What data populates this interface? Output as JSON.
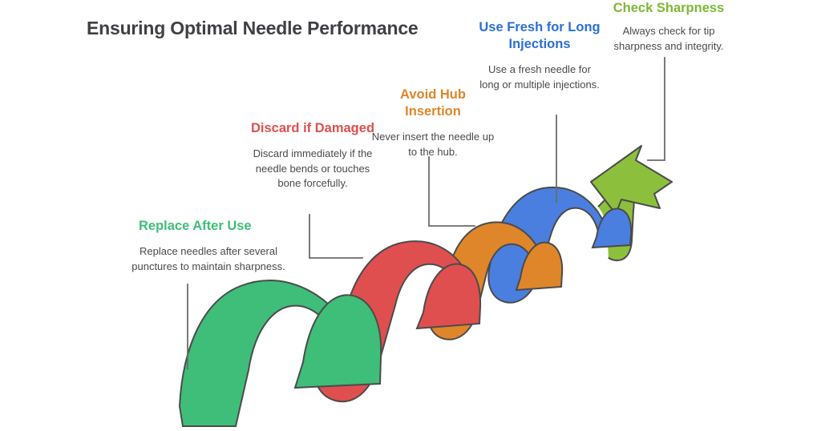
{
  "header": {
    "title": "Ensuring Optimal Needle Performance"
  },
  "diagram": {
    "type": "stepped-wave-ribbon-arrow",
    "direction": "upward-right",
    "background_color": "#ffffff",
    "stroke_color": "#4b4b4b",
    "connector_color": "#6b6b6b",
    "body_text_color": "#4a4a4f",
    "title_color": "#3f3f46"
  },
  "steps": [
    {
      "index": 1,
      "heading": "Replace After Use",
      "body": "Replace needles after several punctures to maintain sharpness.",
      "color": "#3EBE78",
      "color_name": "green",
      "connector": "vertical-line"
    },
    {
      "index": 2,
      "heading": "Discard if Damaged",
      "body": "Discard immediately if the needle bends or touches bone forcefully.",
      "color": "#E04F4F",
      "color_name": "red",
      "connector": "elbow-down-right"
    },
    {
      "index": 3,
      "heading": "Avoid Hub Insertion",
      "body": "Never insert the needle up to the hub.",
      "color": "#DE8629",
      "color_name": "orange",
      "connector": "elbow-down-right"
    },
    {
      "index": 4,
      "heading": "Use Fresh for Long Injections",
      "body": "Use a fresh needle for long or multiple injections.",
      "color": "#4A7FE0",
      "color_name": "blue",
      "connector": "vertical-line"
    },
    {
      "index": 5,
      "heading": "Check Sharpness",
      "body": "Always check for tip sharpness and integrity.",
      "color": "#8CC03C",
      "color_name": "light-green",
      "connector": "vertical-line-arrowhead"
    }
  ]
}
